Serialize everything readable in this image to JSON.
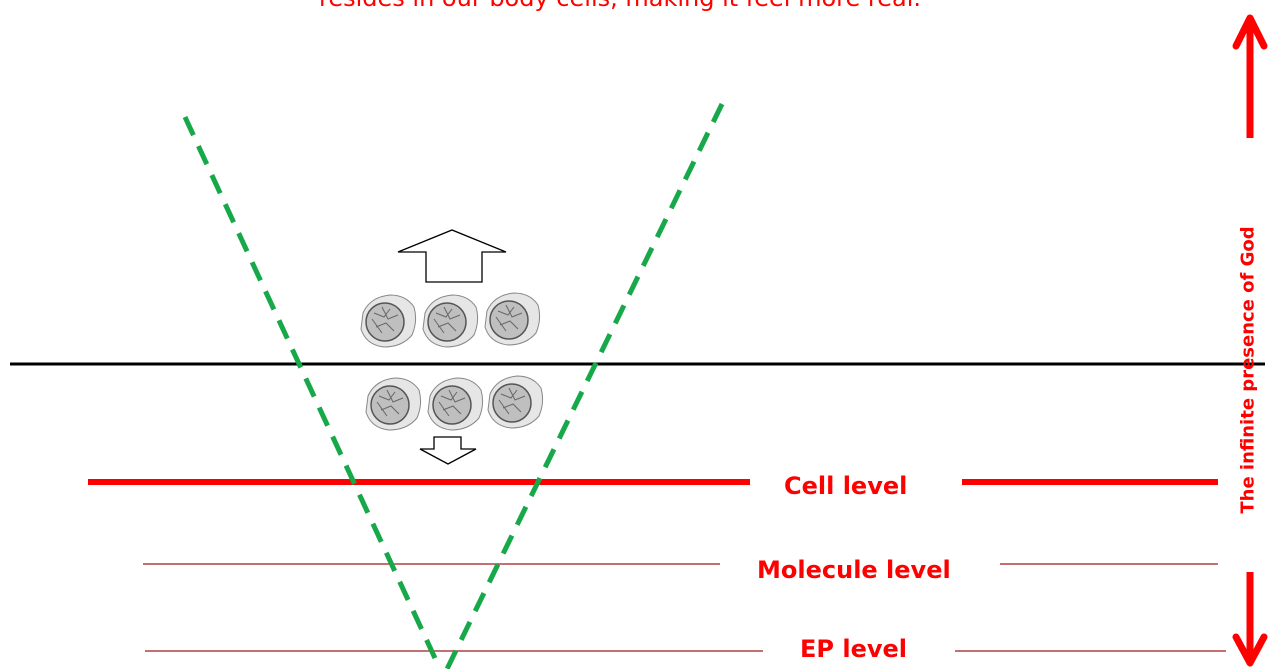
{
  "caption": "resides in our body cells, making it feel more real.",
  "levels": {
    "cell": "Cell  level",
    "molecule": "Molecule level",
    "ep": "EP level"
  },
  "side_label": "The infinite presence of God",
  "colors": {
    "red": "#ff0000",
    "green_dash": "#17a84a",
    "thin_line": "#b04040",
    "black_line": "#000000"
  }
}
